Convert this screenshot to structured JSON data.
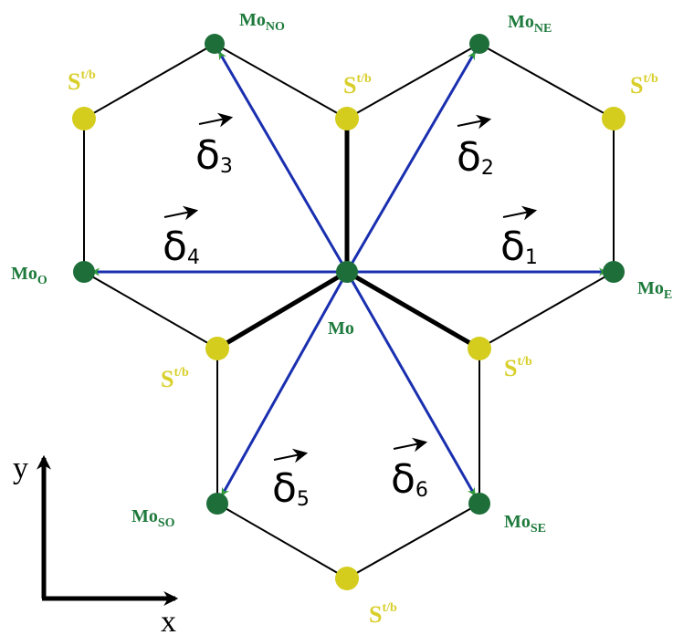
{
  "colors": {
    "bond_line": "#000000",
    "vector": "#1a2fb0",
    "arrow_head": "#2f9a3a",
    "mo_atom": "#1e6e3a",
    "s_atom": "#d4cd1e",
    "mo_label": "#1e7a3c",
    "s_label": "#d8cf2a"
  },
  "labels": {
    "center": {
      "main": "Mo",
      "sub": ""
    },
    "mo_no": {
      "main": "Mo",
      "sub": "NO"
    },
    "mo_ne": {
      "main": "Mo",
      "sub": "NE"
    },
    "mo_o": {
      "main": "Mo",
      "sub": "O"
    },
    "mo_e": {
      "main": "Mo",
      "sub": "E"
    },
    "mo_so": {
      "main": "Mo",
      "sub": "SO"
    },
    "mo_se": {
      "main": "Mo",
      "sub": "SE"
    },
    "s": {
      "main": "S",
      "sup": "t/b"
    }
  },
  "vectors": {
    "d1": {
      "symbol": "δ",
      "index": "1"
    },
    "d2": {
      "symbol": "δ",
      "index": "2"
    },
    "d3": {
      "symbol": "δ",
      "index": "3"
    },
    "d4": {
      "symbol": "δ",
      "index": "4"
    },
    "d5": {
      "symbol": "δ",
      "index": "5"
    },
    "d6": {
      "symbol": "δ",
      "index": "6"
    }
  },
  "axes": {
    "x": "x",
    "y": "y"
  }
}
